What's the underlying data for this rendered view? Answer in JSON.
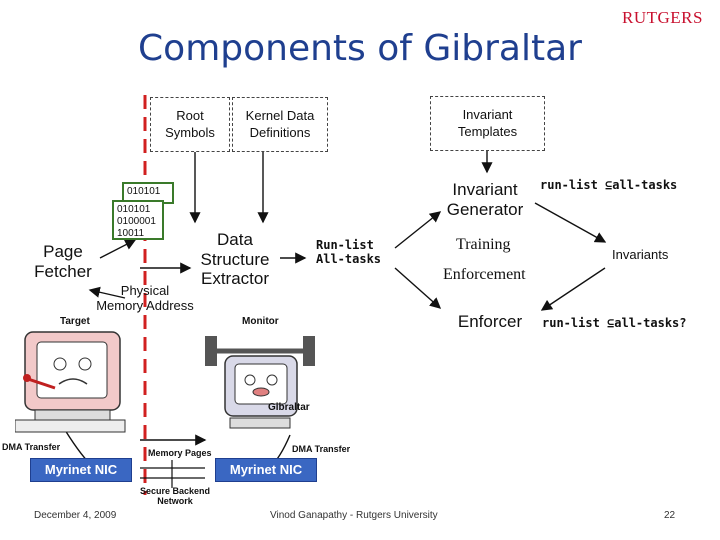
{
  "slide": {
    "title": "Components of Gibraltar",
    "logo_text": "RUTGERS",
    "footer_date": "December 4, 2009",
    "footer_author": "Vinod Ganapathy - Rutgers University",
    "page_number": "22"
  },
  "diagram": {
    "root_symbols": "Root Symbols",
    "kernel_defs": "Kernel Data Definitions",
    "invariant_templates": "Invariant Templates",
    "bits_back": "010101",
    "bits_front": "010101\n0100001\n10011",
    "page_fetcher": "Page Fetcher",
    "physical_memory_address": "Physical\nMemory Address",
    "data_structure_extractor": "Data Structure Extractor",
    "runlist_alltasks": "Run-list\nAll-tasks",
    "invariant_generator": "Invariant Generator",
    "invariant_rule": "run-list ⊆all-tasks",
    "training": "Training",
    "enforcement": "Enforcement",
    "invariants": "Invariants",
    "enforcer": "Enforcer",
    "enforcer_rule": "run-list ⊆all-tasks?"
  },
  "illustration": {
    "target": "Target",
    "monitor": "Monitor",
    "gibraltar_label": "Gibraltar",
    "dma_left": "DMA Transfer",
    "dma_right": "DMA Transfer",
    "memory_pages": "Memory Pages",
    "nic_left": "Myrinet NIC",
    "nic_right": "Myrinet NIC",
    "secure_backend": "Secure Backend\nNetwork"
  },
  "colors": {
    "title": "#1f3f8f",
    "logo": "#c8102e",
    "red_dash": "#d12020",
    "nic": "#3a67c2",
    "green_box": "#3a7a2a"
  }
}
